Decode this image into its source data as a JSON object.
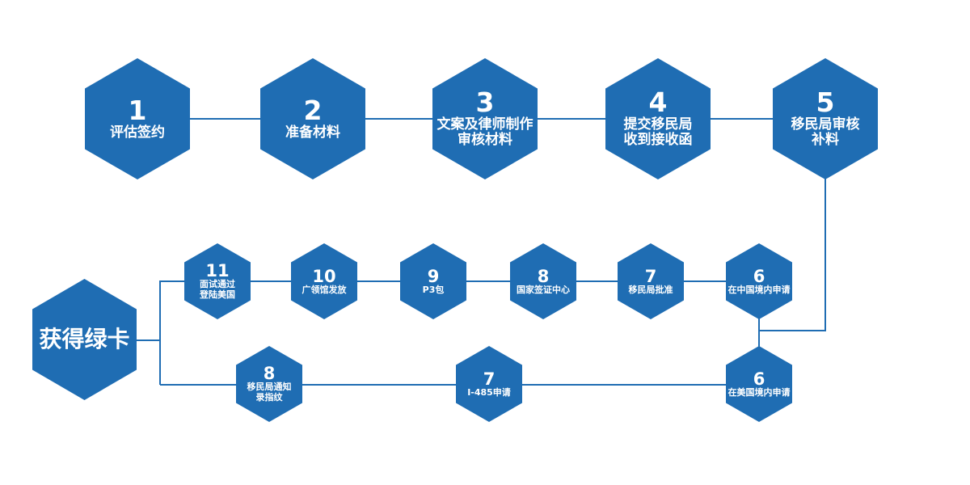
{
  "colors": {
    "hex_fill": "#1f6db3",
    "line": "#1f6db3",
    "text": "#ffffff"
  },
  "top_row": [
    {
      "number": "1",
      "label": [
        "评估签约"
      ]
    },
    {
      "number": "2",
      "label": [
        "准备材料"
      ]
    },
    {
      "number": "3",
      "label": [
        "文案及律师制作",
        "审核材料"
      ]
    },
    {
      "number": "4",
      "label": [
        "提交移民局",
        "收到接收函"
      ]
    },
    {
      "number": "5",
      "label": [
        "移民局审核",
        "补料"
      ]
    }
  ],
  "middle_row": [
    {
      "number": "11",
      "label": [
        "面试通过",
        "登陆美国"
      ]
    },
    {
      "number": "10",
      "label": [
        "广领馆发放"
      ]
    },
    {
      "number": "9",
      "label": [
        "P3包"
      ]
    },
    {
      "number": "8",
      "label": [
        "国家签证中心"
      ]
    },
    {
      "number": "7",
      "label": [
        "移民局批准"
      ]
    },
    {
      "number": "6",
      "label": [
        "在中国境内申请"
      ]
    }
  ],
  "bottom_row": [
    {
      "number": "8",
      "label": [
        "移民局通知",
        "录指纹"
      ]
    },
    {
      "number": "7",
      "label": [
        "I-485申请"
      ]
    },
    {
      "number": "6",
      "label": [
        "在美国境内申请"
      ]
    }
  ],
  "final": {
    "label": "获得绿卡"
  }
}
